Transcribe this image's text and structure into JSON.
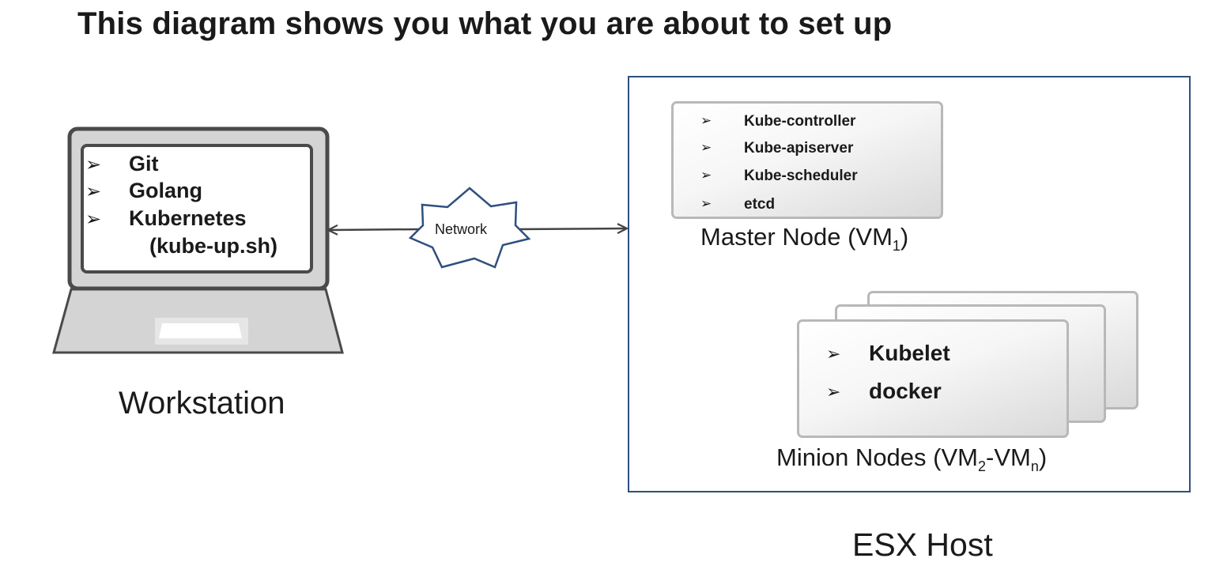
{
  "title": "This diagram shows you what you are about to set up",
  "workstation": {
    "label": "Workstation",
    "items": [
      "Git",
      "Golang",
      "Kubernetes",
      "(kube-up.sh)"
    ],
    "bullet": "➢"
  },
  "network": {
    "label": "Network"
  },
  "esx_host": {
    "label": "ESX Host",
    "master": {
      "items": [
        "Kube-controller",
        "Kube-apiserver",
        "Kube-scheduler",
        "etcd"
      ],
      "label_main": "Master Node (VM",
      "label_sub": "1",
      "label_end": ")"
    },
    "minion": {
      "items": [
        "Kubelet",
        "docker"
      ],
      "label_main": "Minion Nodes (VM",
      "label_sub1": "2",
      "label_mid": "-VM",
      "label_sub2": "n",
      "label_end": ")"
    }
  },
  "colors": {
    "host_border": "#2f4f7f",
    "network_border": "#2f4f7f",
    "laptop_fill": "#d4d4d4",
    "laptop_stroke": "#4a4a4a"
  }
}
